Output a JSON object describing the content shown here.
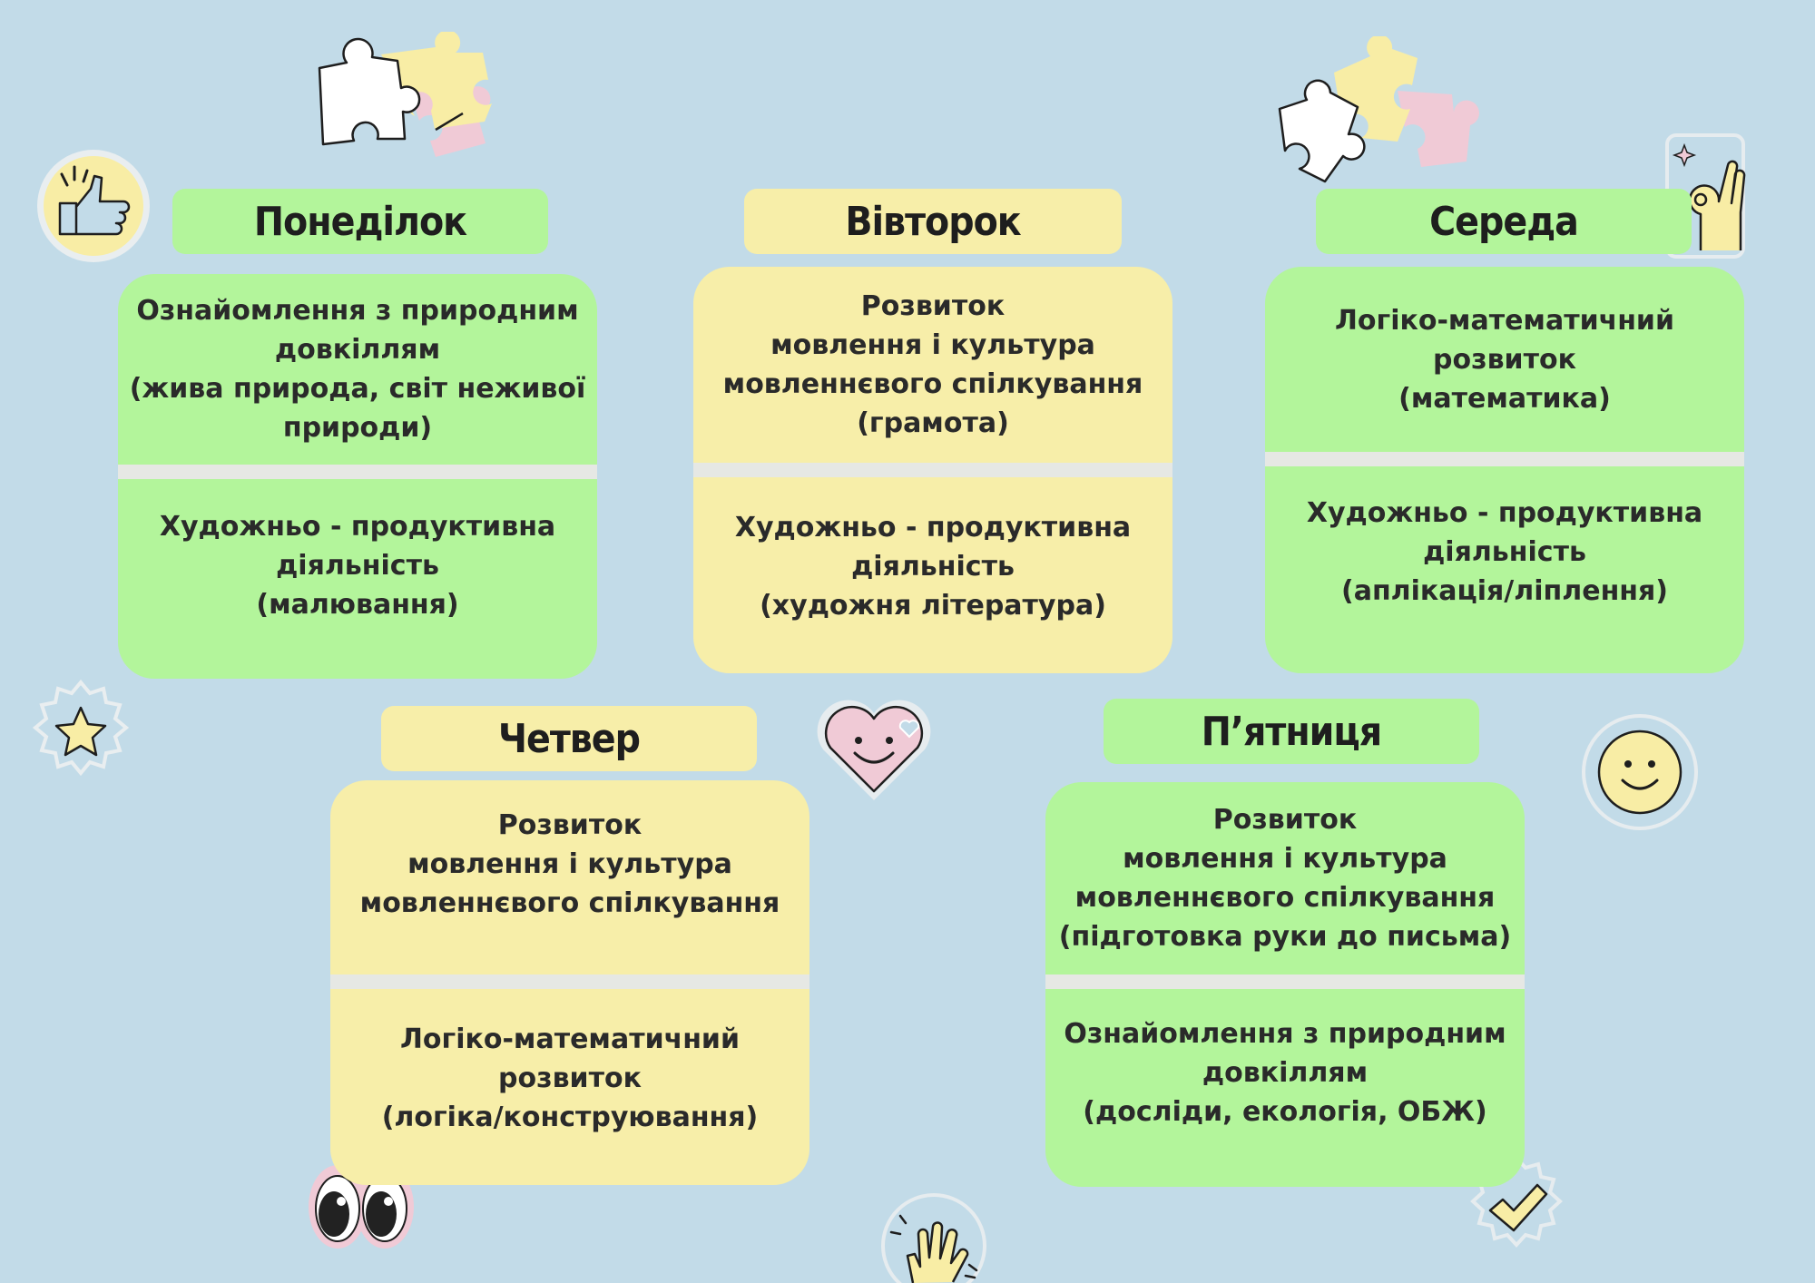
{
  "colors": {
    "background": "#c2dbe8",
    "green": "#b3f59b",
    "yellow": "#f7eea9",
    "divider": "#e6e8e4",
    "text": "#2a2a2a",
    "pink": "#f0cad6",
    "sticker_yellow": "#f8eda5"
  },
  "days": [
    {
      "name": "Понеділок",
      "theme": "green",
      "sessions": [
        "Ознайомлення з природним довкіллям\n(жива природа, світ неживої природи)",
        "Художньо - продуктивна діяльність\n(малювання)"
      ]
    },
    {
      "name": "Вівторок",
      "theme": "yellow",
      "sessions": [
        "Розвиток\nмовлення і культура мовленнєвого спілкування\n(грамота)",
        "Художньо - продуктивна діяльність\n(художня література)"
      ]
    },
    {
      "name": "Середа",
      "theme": "green",
      "sessions": [
        "Логіко-математичний розвиток\n(математика)",
        "Художньо - продуктивна діяльність\n(аплікація/ліплення)"
      ]
    },
    {
      "name": "Четвер",
      "theme": "yellow",
      "sessions": [
        "Розвиток\nмовлення і культура\nмовленнєвого спілкування",
        "Логіко-математичний розвиток\n(логіка/конструювання)"
      ]
    },
    {
      "name": "П’ятниця",
      "theme": "green",
      "sessions": [
        "Розвиток\nмовлення і культура\nмовленнєвого спілкування\n(підготовка руки до письма)",
        "Ознайомлення з природним довкіллям\n(досліди, екологія, ОБЖ)"
      ]
    }
  ],
  "stickers": [
    "puzzle-icon",
    "thumbs-up-icon",
    "ok-hand-icon",
    "star-icon",
    "heart-smile-icon",
    "smiley-icon",
    "eyes-icon",
    "waving-hand-icon",
    "checkmark-icon"
  ]
}
